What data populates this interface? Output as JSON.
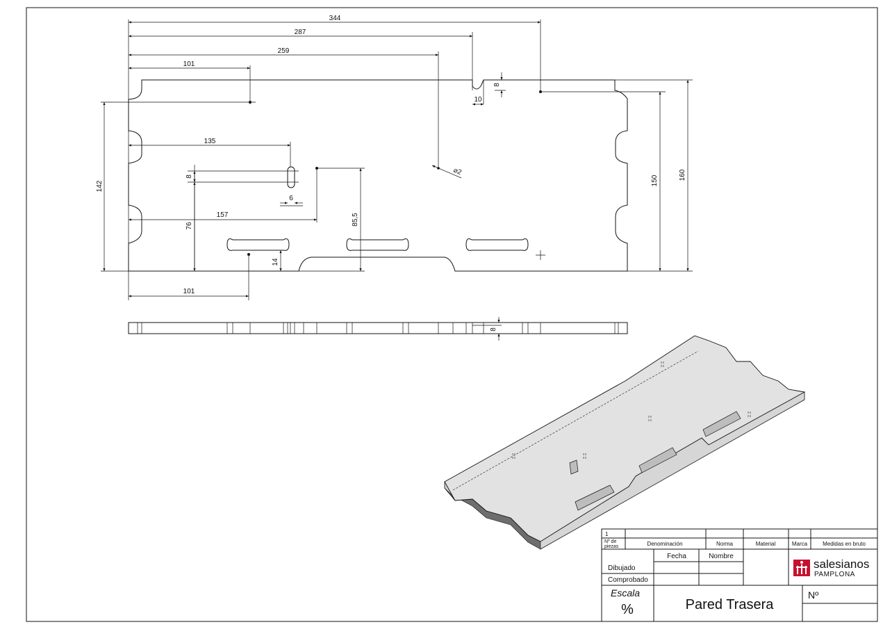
{
  "drawing": {
    "dimensions": {
      "d344": "344",
      "d287": "287",
      "d259": "259",
      "d101_top": "101",
      "d8_top": "8",
      "d10": "10",
      "d142": "142",
      "d135": "135",
      "d8_slot": "8",
      "d6": "6",
      "d157": "157",
      "d76": "76",
      "d85_5": "85,5",
      "d14": "14",
      "d101_bottom": "101",
      "d150": "150",
      "d160": "160",
      "d_phi2": "⌀2",
      "d8_side": "8"
    }
  },
  "title_block": {
    "pieces_count": "1",
    "headers": {
      "pieces": "Nº de\npiezas",
      "denominacion": "Denominación",
      "norma": "Norma",
      "material": "Material",
      "marca": "Marca",
      "medidas": "Medidas en bruto"
    },
    "fecha": "Fecha",
    "nombre": "Nombre",
    "dibujado": "Dibujado",
    "comprobado": "Comprobado",
    "escala_label": "Escala",
    "escala_value": "%",
    "title": "Pared Trasera",
    "numero_label": "Nº",
    "logo_text": "salesianos",
    "logo_subtext": "PAMPLONA",
    "logo_color": "#c8102e"
  }
}
